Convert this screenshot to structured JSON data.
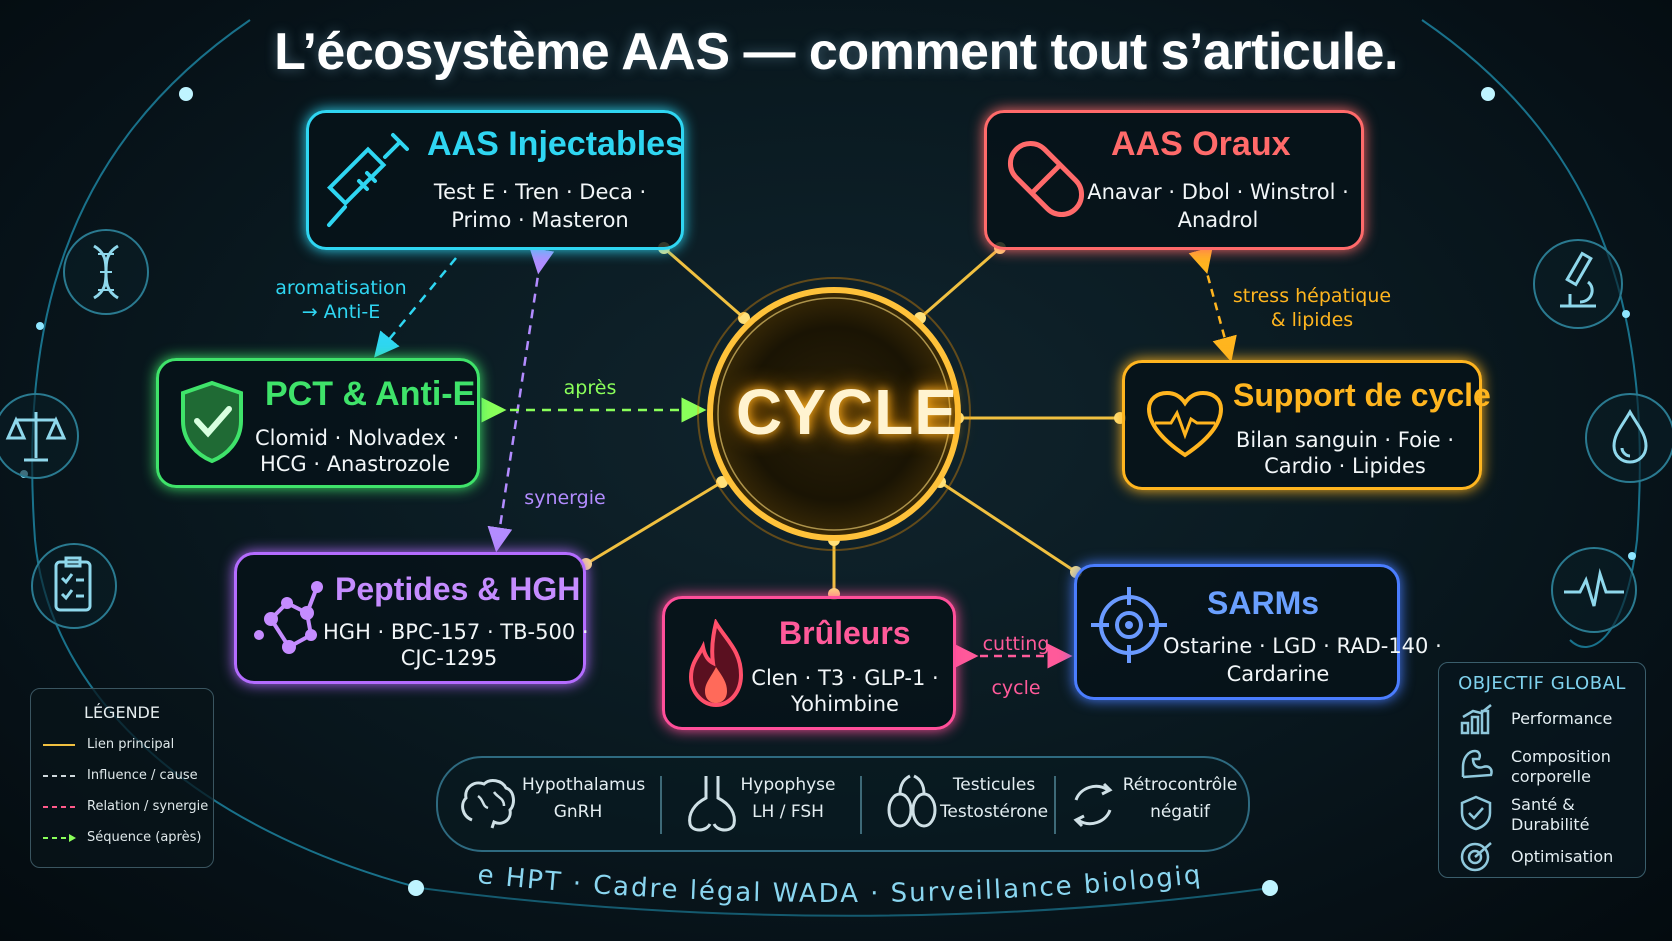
{
  "title": "L’écosystème AAS — comment tout s’articule.",
  "center": {
    "label": "CYCLE"
  },
  "colors": {
    "cyan": "#2fd6f2",
    "coral": "#ff6a6a",
    "green": "#3fe36a",
    "gold": "#ffb51f",
    "purple": "#b46cff",
    "pink": "#ff4f9a",
    "blue": "#4a7dff",
    "link": "#f0c040"
  },
  "nodes": {
    "injectables": {
      "title": "AAS Injectables",
      "line1": "Test E · Tren · Deca ·",
      "line2": "Primo · Masteron",
      "icon": "syringe-icon"
    },
    "oraux": {
      "title": "AAS Oraux",
      "line1": "Anavar · Dbol · Winstrol ·",
      "line2": "Anadrol",
      "icon": "pill-icon"
    },
    "pct": {
      "title": "PCT & Anti-E",
      "line1": "Clomid · Nolvadex ·",
      "line2": "HCG · Anastrozole",
      "icon": "shield-check-icon"
    },
    "support": {
      "title": "Support de cycle",
      "line1": "Bilan sanguin · Foie ·",
      "line2": "Cardio · Lipides",
      "icon": "heart-pulse-icon"
    },
    "peptides": {
      "title": "Peptides & HGH",
      "line1": "HGH · BPC-157 · TB-500 ·",
      "line2": "CJC-1295",
      "icon": "molecule-icon"
    },
    "bruleurs": {
      "title": "Brûleurs",
      "line1": "Clen · T3 · GLP-1 ·",
      "line2": "Yohimbine",
      "icon": "flame-icon"
    },
    "sarms": {
      "title": "SARMs",
      "line1": "Ostarine · LGD · RAD-140 ·",
      "line2": "Cardarine",
      "icon": "target-icon"
    }
  },
  "relations": {
    "aromatisation": {
      "line1": "aromatisation",
      "line2": "→ Anti-E"
    },
    "apres": "après",
    "synergie": "synergie",
    "stress": {
      "line1": "stress hépatique",
      "line2": "& lipides"
    },
    "cutting": {
      "line1": "cutting",
      "line2": "cycle"
    }
  },
  "legend": {
    "title": "LÉGENDE",
    "items": [
      {
        "label": "Lien principal",
        "color": "#f0c040",
        "style": "solid"
      },
      {
        "label": "Influence / cause",
        "color": "#cfd8dc",
        "style": "dashed"
      },
      {
        "label": "Relation / synergie",
        "color": "#ff5a8a",
        "style": "dashed"
      },
      {
        "label": "Séquence (après)",
        "color": "#8aff5a",
        "style": "arrow"
      }
    ]
  },
  "axis": {
    "items": [
      {
        "name": "Hypothalamus",
        "sub": "GnRH",
        "icon": "brain-icon"
      },
      {
        "name": "Hypophyse",
        "sub": "LH / FSH",
        "icon": "pituitary-icon"
      },
      {
        "name": "Testicules",
        "sub": "Testostérone",
        "icon": "testes-icon"
      },
      {
        "name": "Rétrocontrôle",
        "sub": "négatif",
        "icon": "cycle-arrows-icon"
      }
    ]
  },
  "goal": {
    "title": "OBJECTIF GLOBAL",
    "items": [
      {
        "l1": "Performance",
        "l2": "",
        "icon": "bar-chart-icon"
      },
      {
        "l1": "Composition",
        "l2": "corporelle",
        "icon": "bicep-icon"
      },
      {
        "l1": "Santé &",
        "l2": "Durabilité",
        "icon": "shield-check-icon"
      },
      {
        "l1": "Optimisation",
        "l2": "",
        "icon": "target-icon"
      }
    ]
  },
  "footer": {
    "text": "Axe HPT · Cadre légal WADA · Surveillance biologique"
  },
  "decor_icons": [
    "dna-icon",
    "scales-icon",
    "clipboard-icon",
    "microscope-icon",
    "drop-icon",
    "pulse-icon"
  ]
}
